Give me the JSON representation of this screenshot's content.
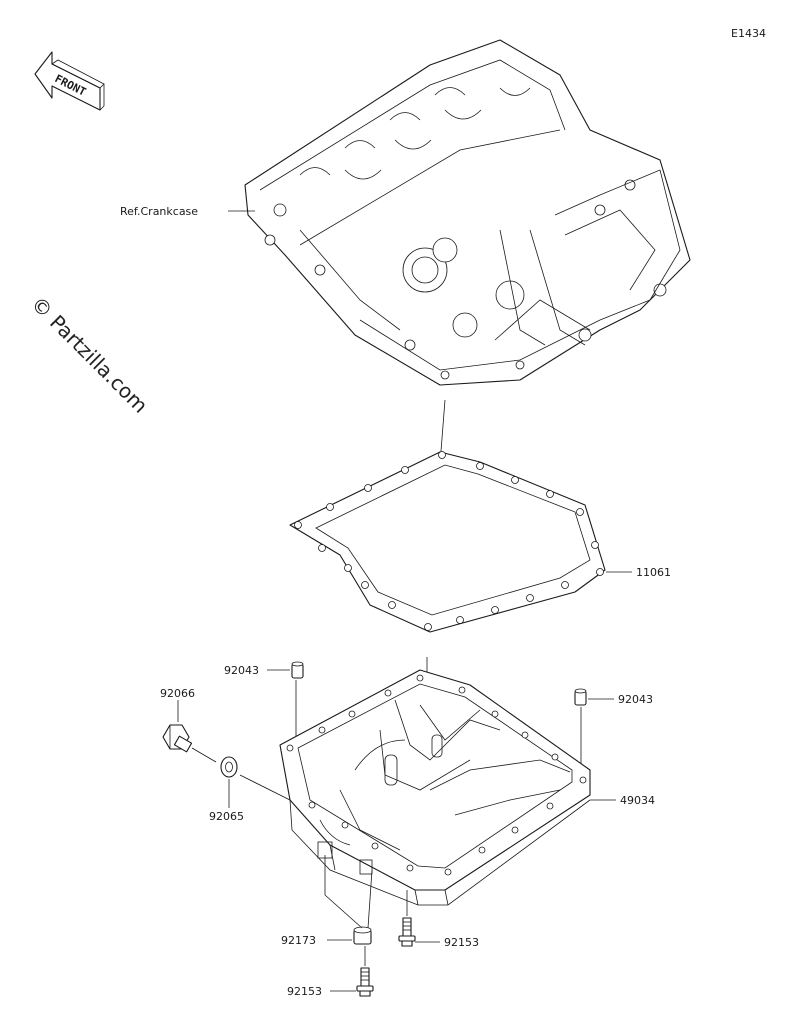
{
  "diagram_code": "E1434",
  "front_arrow_text": "FRONT",
  "watermark": "© Partzilla.com",
  "labels": {
    "crankcase": "Ref.Crankcase",
    "gasket": "11061",
    "pin_left": "92043",
    "pin_right": "92043",
    "drain_plug": "92066",
    "drain_washer": "92065",
    "oil_pan": "49034",
    "collar": "92173",
    "bolt_right": "92153",
    "bolt_bottom": "92153"
  }
}
